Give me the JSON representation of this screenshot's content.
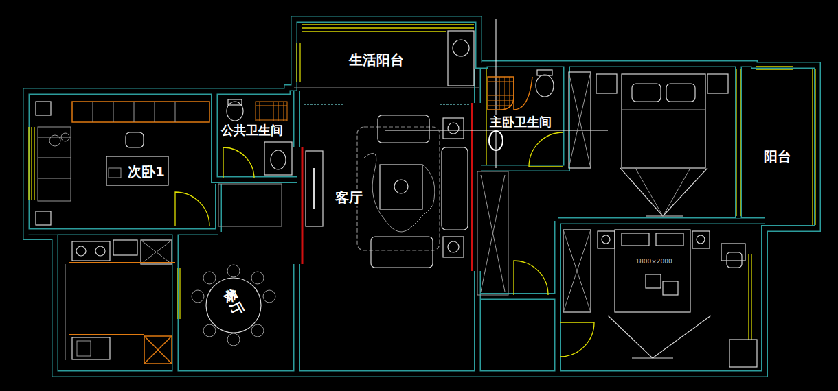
{
  "diagram": {
    "labels": [
      "生活阳台",
      "公共卫生间",
      "主卧卫生间",
      "次卧1",
      "客厅",
      "阳台",
      "餐厅",
      "1800×2000"
    ]
  }
}
